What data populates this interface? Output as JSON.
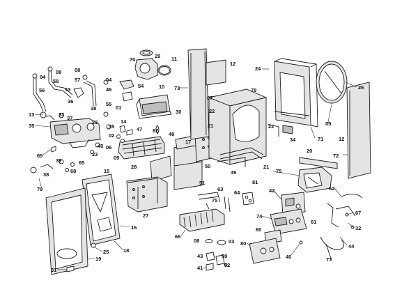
{
  "callouts": {
    "c70": "70",
    "c29": "29",
    "c11": "11",
    "c10": "10",
    "c73": "73",
    "c12a": "12",
    "c24": "24",
    "c26": "26",
    "c12b": "12",
    "c72": "72",
    "c20": "20",
    "c71": "71",
    "c22a": "22",
    "c22b": "22",
    "c07": "07",
    "c78": "78",
    "c05": "05",
    "c34": "34",
    "c08a": "08",
    "c04a": "04",
    "c56": "56",
    "c58": "58",
    "c08b": "08",
    "c57": "57",
    "c04b": "04",
    "c53": "53",
    "c46": "46",
    "c54": "54",
    "c55": "55",
    "c01": "01",
    "c30": "30",
    "c13": "13",
    "c36": "36",
    "c33": "33",
    "c38a": "38",
    "c37": "37",
    "c35a": "35",
    "c23a": "23",
    "c14": "14",
    "c35b": "35",
    "c47": "47",
    "c82": "82",
    "c02": "02",
    "c06": "06",
    "c23b": "23",
    "c45": "45",
    "c48": "48",
    "c17": "17",
    "c21a": "21",
    "c21b": "21",
    "c69": "69",
    "c39": "39",
    "c65": "65",
    "c09": "09",
    "c38b": "38",
    "c68": "68",
    "c79": "79",
    "c28": "28",
    "c50": "50",
    "c49": "49",
    "c15": "15",
    "c51": "51",
    "c75a": "75",
    "c63": "63",
    "c64": "64",
    "c81": "81",
    "c42": "42",
    "c62": "62",
    "c27": "27",
    "c16": "16",
    "c67": "67",
    "c61": "61",
    "c32": "32",
    "c66": "66",
    "c74": "74",
    "c60": "60",
    "c44": "44",
    "c08c": "08",
    "c03": "03",
    "c80": "80",
    "c40": "40",
    "c18": "18",
    "c25": "25",
    "c43": "43",
    "c59": "59",
    "c52": "52",
    "c41": "41",
    "c19": "19",
    "c77": "77",
    "c31": "31",
    "c75b": "75"
  }
}
